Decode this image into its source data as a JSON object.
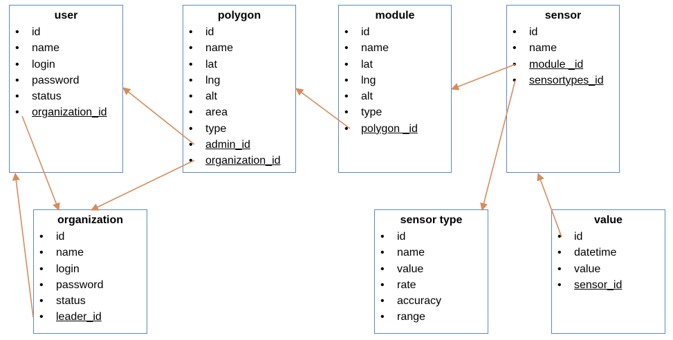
{
  "colors": {
    "entity_border": "#5b86c4",
    "link": "#d98b5a"
  },
  "entities": [
    {
      "id": "user",
      "title": "user",
      "fields": [
        {
          "name": "id",
          "fk": false
        },
        {
          "name": "name",
          "fk": false
        },
        {
          "name": "login",
          "fk": false
        },
        {
          "name": "password",
          "fk": false
        },
        {
          "name": "status",
          "fk": false
        },
        {
          "name": "organization_id",
          "fk": true
        }
      ]
    },
    {
      "id": "polygon",
      "title": "polygon",
      "fields": [
        {
          "name": "id",
          "fk": false
        },
        {
          "name": "name",
          "fk": false
        },
        {
          "name": "lat",
          "fk": false
        },
        {
          "name": "lng",
          "fk": false
        },
        {
          "name": "alt",
          "fk": false
        },
        {
          "name": "area",
          "fk": false
        },
        {
          "name": "type",
          "fk": false
        },
        {
          "name": "admin_id",
          "fk": true
        },
        {
          "name": "organization_id",
          "fk": true
        }
      ]
    },
    {
      "id": "module",
      "title": "module",
      "fields": [
        {
          "name": "id",
          "fk": false
        },
        {
          "name": "name",
          "fk": false
        },
        {
          "name": "lat",
          "fk": false
        },
        {
          "name": "lng",
          "fk": false
        },
        {
          "name": "alt",
          "fk": false
        },
        {
          "name": "type",
          "fk": false
        },
        {
          "name": "polygon _id",
          "fk": true
        }
      ]
    },
    {
      "id": "sensor",
      "title": "sensor",
      "fields": [
        {
          "name": "id",
          "fk": false
        },
        {
          "name": "name",
          "fk": false
        },
        {
          "name": "module _id",
          "fk": true
        },
        {
          "name": "sensortypes_id",
          "fk": true
        }
      ]
    },
    {
      "id": "organization",
      "title": "organization",
      "fields": [
        {
          "name": "id",
          "fk": false
        },
        {
          "name": "name",
          "fk": false
        },
        {
          "name": "login",
          "fk": false
        },
        {
          "name": "password",
          "fk": false
        },
        {
          "name": "status",
          "fk": false
        },
        {
          "name": "leader_id",
          "fk": true
        }
      ]
    },
    {
      "id": "sensor_type",
      "title": "sensor type",
      "fields": [
        {
          "name": "id",
          "fk": false
        },
        {
          "name": "name",
          "fk": false
        },
        {
          "name": "value",
          "fk": false
        },
        {
          "name": "rate",
          "fk": false
        },
        {
          "name": "accuracy",
          "fk": false
        },
        {
          "name": "range",
          "fk": false
        }
      ]
    },
    {
      "id": "value",
      "title": "value",
      "fields": [
        {
          "name": "id",
          "fk": false
        },
        {
          "name": "datetime",
          "fk": false
        },
        {
          "name": "value",
          "fk": false
        },
        {
          "name": "sensor_id",
          "fk": true
        }
      ]
    }
  ],
  "relations": [
    {
      "from": "user.organization_id",
      "to": "organization"
    },
    {
      "from": "polygon.admin_id",
      "to": "user"
    },
    {
      "from": "polygon.organization_id",
      "to": "organization"
    },
    {
      "from": "module.polygon _id",
      "to": "polygon"
    },
    {
      "from": "sensor.module _id",
      "to": "module"
    },
    {
      "from": "sensor.sensortypes_id",
      "to": "sensor_type"
    },
    {
      "from": "value.sensor_id",
      "to": "sensor"
    },
    {
      "from": "organization.leader_id",
      "to": "user"
    }
  ]
}
